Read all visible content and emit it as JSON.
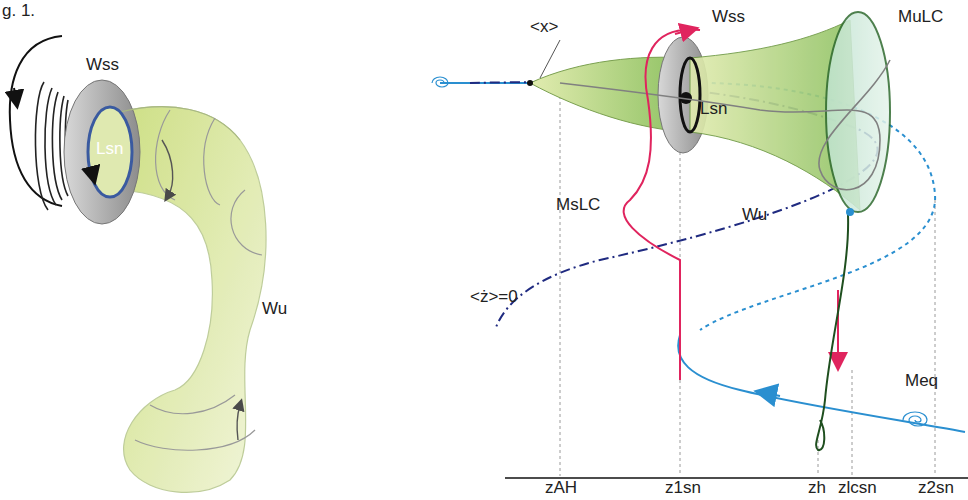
{
  "diagram": {
    "labels": [
      "g. 1.",
      "Wss",
      "Lsn",
      "Wu",
      "<x>",
      "Wss",
      "MuLC",
      "Lsn",
      "MsLC",
      "Wu",
      "<ż>=0",
      "Meq",
      "zAH",
      "z1sn",
      "zh",
      "zlcsn",
      "z2sn"
    ]
  }
}
